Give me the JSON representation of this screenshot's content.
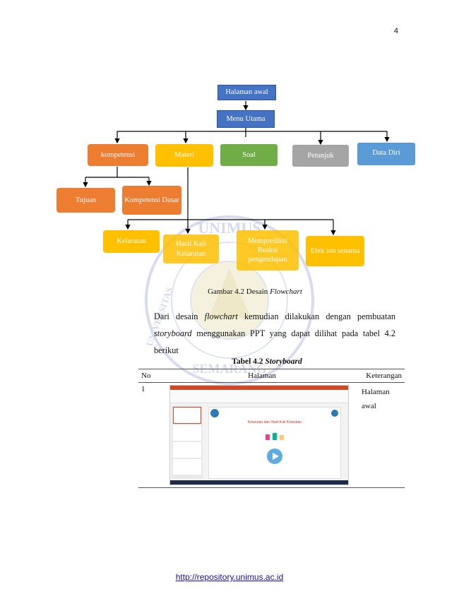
{
  "page_number": "4",
  "flowchart": {
    "halaman_awal": "Halaman awal",
    "menu_utama": "Menu Utama",
    "kompetensi": "kompetensi",
    "materi": "Materi",
    "soal": "Soal",
    "petunjuk": "Petunjuk",
    "data_diri": "Data Diri",
    "tujuan": "Tujuan",
    "kompetensi_dasar": "Kompetensi Dasar",
    "kelarutan": "Kelarutan",
    "hasil_kali_kelarutan": "Hasil Kali Kelarutan",
    "memprediksi": "Memprediksi Reaksi pengendapan",
    "efek_ion_senama": "Efek ion senama"
  },
  "figure_caption": {
    "prefix": "Gambar 4.2 Desain ",
    "italic": "Flowchart"
  },
  "paragraph": {
    "p1": "Dari desain ",
    "p2": "flowchart",
    "p3": " kemudian dilakukan dengan pembuatan",
    "p4": "storyboard",
    "p5": " menggunakan PPT yang dapat dilihat pada tabel 4.2",
    "p6": "berikut"
  },
  "table_caption": {
    "prefix": "Tabel 4.2 ",
    "italic": "Storyboard"
  },
  "table": {
    "headers": [
      "No",
      "Halaman",
      "Keterangan"
    ],
    "rows": [
      {
        "no": "1",
        "keterangan_line1": "Halaman",
        "keterangan_line2": "awal"
      }
    ]
  },
  "screenshot": {
    "slide_title": "Kelarutan dan Hasil Kali Kelarutan"
  },
  "watermark": {
    "text_top": "UNIMUS",
    "text_bottom": "SEMARANG",
    "text_left": "UNIVERSITAS"
  },
  "footer_url": "http://repository.unimus.ac.id"
}
